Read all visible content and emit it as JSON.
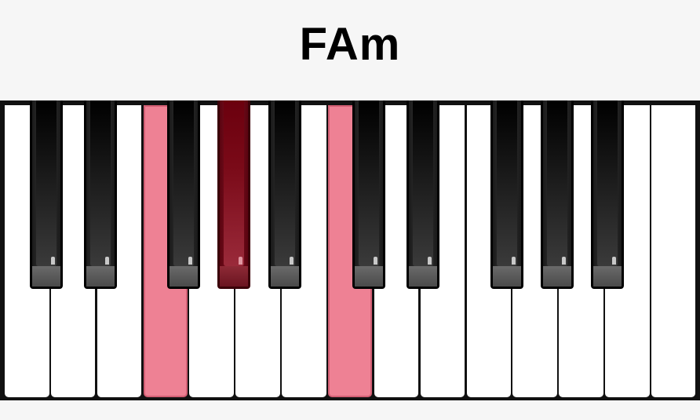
{
  "title": "FAm",
  "keyboard": {
    "white_keys": [
      "C",
      "D",
      "E",
      "F",
      "G",
      "A",
      "B",
      "C",
      "D",
      "E",
      "F",
      "G",
      "A",
      "B",
      "C"
    ],
    "black_keys": [
      "C#",
      "D#",
      "F#",
      "G#",
      "A#",
      "C#",
      "D#",
      "F#",
      "G#",
      "A#"
    ],
    "pressed_white": [
      3,
      7
    ],
    "pressed_black": [
      3
    ],
    "colors": {
      "pressed_white": "#ee8194",
      "pressed_black": "#7a0a18",
      "white": "#ffffff",
      "black": "#111111",
      "background": "#f6f6f6"
    }
  }
}
